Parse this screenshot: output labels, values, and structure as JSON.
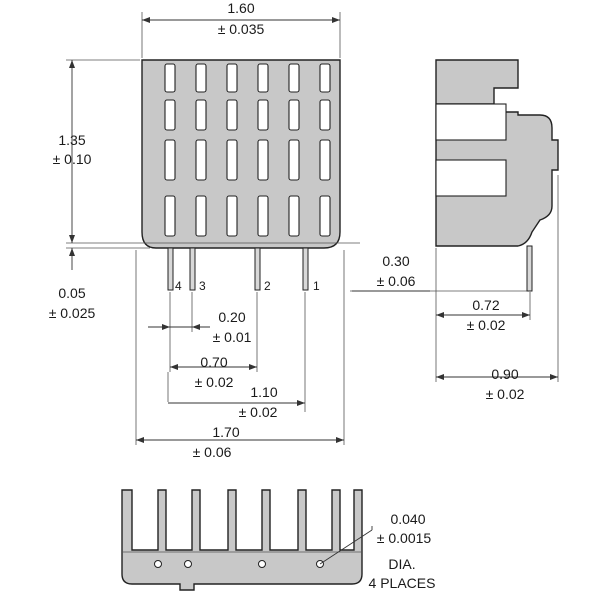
{
  "dimensions": {
    "width": {
      "value": "1.60",
      "tol": "± 0.035"
    },
    "height": {
      "value": "1.35",
      "tol": "± 0.10"
    },
    "standoff": {
      "value": "0.05",
      "tol": "± 0.025"
    },
    "pin_length": {
      "value": "0.30",
      "tol": "± 0.06"
    },
    "pin_spacing_34": {
      "value": "0.20",
      "tol": "± 0.01"
    },
    "pin_spacing_42": {
      "value": "0.70",
      "tol": "± 0.02"
    },
    "pin_spacing_41": {
      "value": "1.10",
      "tol": "± 0.02"
    },
    "base_width": {
      "value": "1.70",
      "tol": "± 0.06"
    },
    "side_pin_offset": {
      "value": "0.72",
      "tol": "± 0.02"
    },
    "depth": {
      "value": "0.90",
      "tol": "± 0.02"
    },
    "hole_dia": {
      "value": "0.040",
      "tol": "± 0.0015",
      "note1": "DIA.",
      "note2": "4 PLACES"
    }
  },
  "pins": [
    "4",
    "3",
    "2",
    "1"
  ]
}
